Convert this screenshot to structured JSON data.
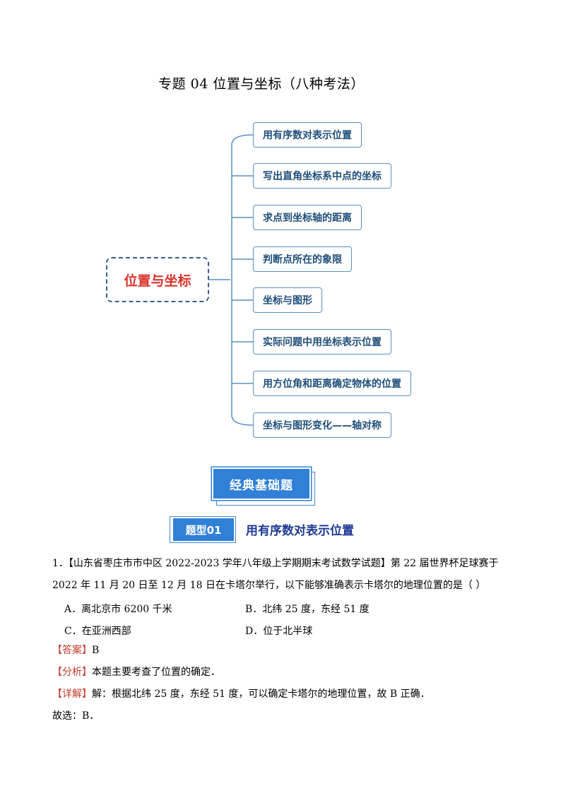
{
  "title": "专题 04  位置与坐标（八种考法）",
  "mindmap": {
    "center": "位置与坐标",
    "branches": [
      "用有序数对表示位置",
      "写出直角坐标系中点的坐标",
      "求点到坐标轴的距离",
      "判断点所在的象限",
      "坐标与图形",
      "实际问题中用坐标表示位置",
      "用方位角和距离确定物体的位置",
      "坐标与图形变化——轴对称"
    ]
  },
  "banner": "经典基础题",
  "question_type": {
    "tag": "题型01",
    "label": "用有序数对表示位置"
  },
  "question": {
    "number": "1．",
    "source": "【山东省枣庄市市中区 2022-2023 学年八年级上学期期末考试数学试题】",
    "stem_line1": "第 22 届世界杯足球赛于",
    "stem_line2": "2022 年 11 月 20 日至 12 月 18 日在卡塔尔举行，以下能够准确表示卡塔尔的地理位置的是（    ）",
    "options": {
      "A": "A．离北京市 6200 千米",
      "B": "B．北纬 25 度，东经 51 度",
      "C": "C．在亚洲西部",
      "D": "D．位于北半球"
    },
    "answer_tag": "【答案】",
    "answer": "B",
    "analysis_tag": "【分析】",
    "analysis": "本题主要考查了位置的确定．",
    "detail_tag": "【详解】",
    "detail": "解：根据北纬 25 度，东经 51 度，可以确定卡塔尔的地理位置，故 B 正确．",
    "conclusion": "故选：B．"
  }
}
